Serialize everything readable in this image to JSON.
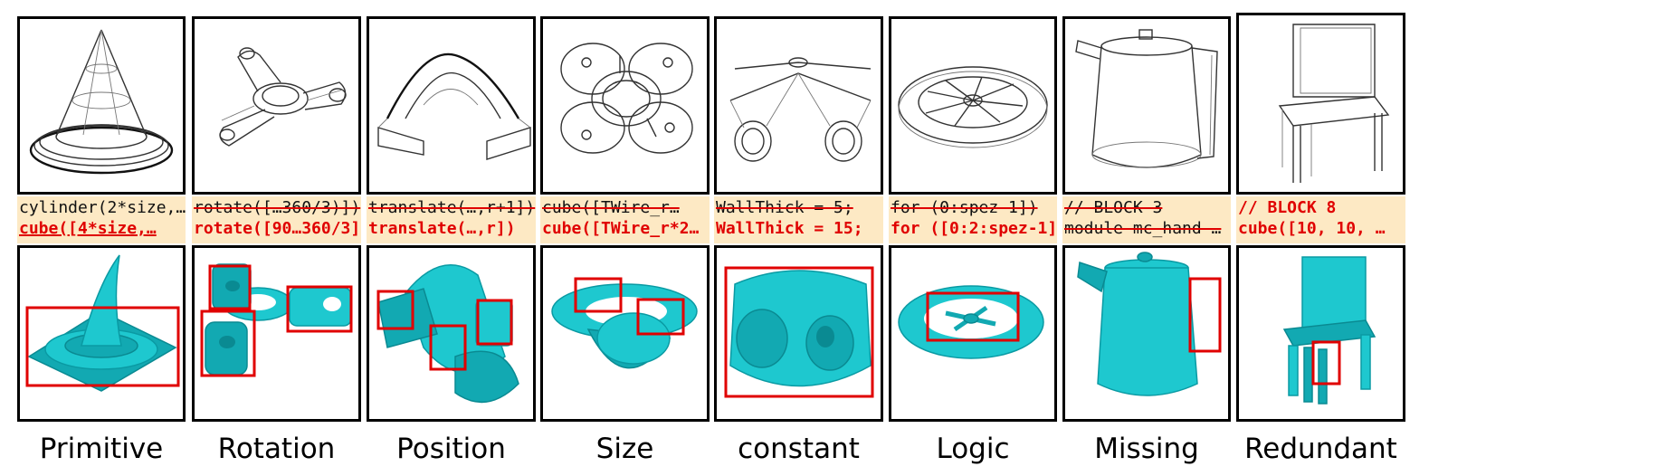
{
  "columns": [
    {
      "label": "Primitive",
      "code_old": "cylinder(2*size,…",
      "code_new": "cube([4*size,…"
    },
    {
      "label": "Rotation",
      "code_old": "rotate([…360/3)])",
      "code_new": "rotate([90…360/3]"
    },
    {
      "label": "Position",
      "code_old": "translate(…,r+1])",
      "code_new": "translate(…,r])"
    },
    {
      "label": "Size",
      "code_old": "cube([TWire_r…",
      "code_new": "cube([TWire_r*2…"
    },
    {
      "label": "constant",
      "code_old": "WallThick =  5;",
      "code_new": "WallThick =  15;"
    },
    {
      "label": "Logic",
      "code_old": "for (0:spez-1])",
      "code_new": "for ([0:2:spez-1])"
    },
    {
      "label": "Missing",
      "code_old": "// BLOCK 3",
      "code_new": "module mc_hand …"
    },
    {
      "label": "Redundant",
      "code_old": "",
      "code_new": "// BLOCK 8",
      "code_new_2": "cube([10, 10, …"
    }
  ],
  "colors": {
    "render_fill": "#1ec8cf",
    "highlight": "#e00000",
    "code_bg": "#fde9c4"
  }
}
